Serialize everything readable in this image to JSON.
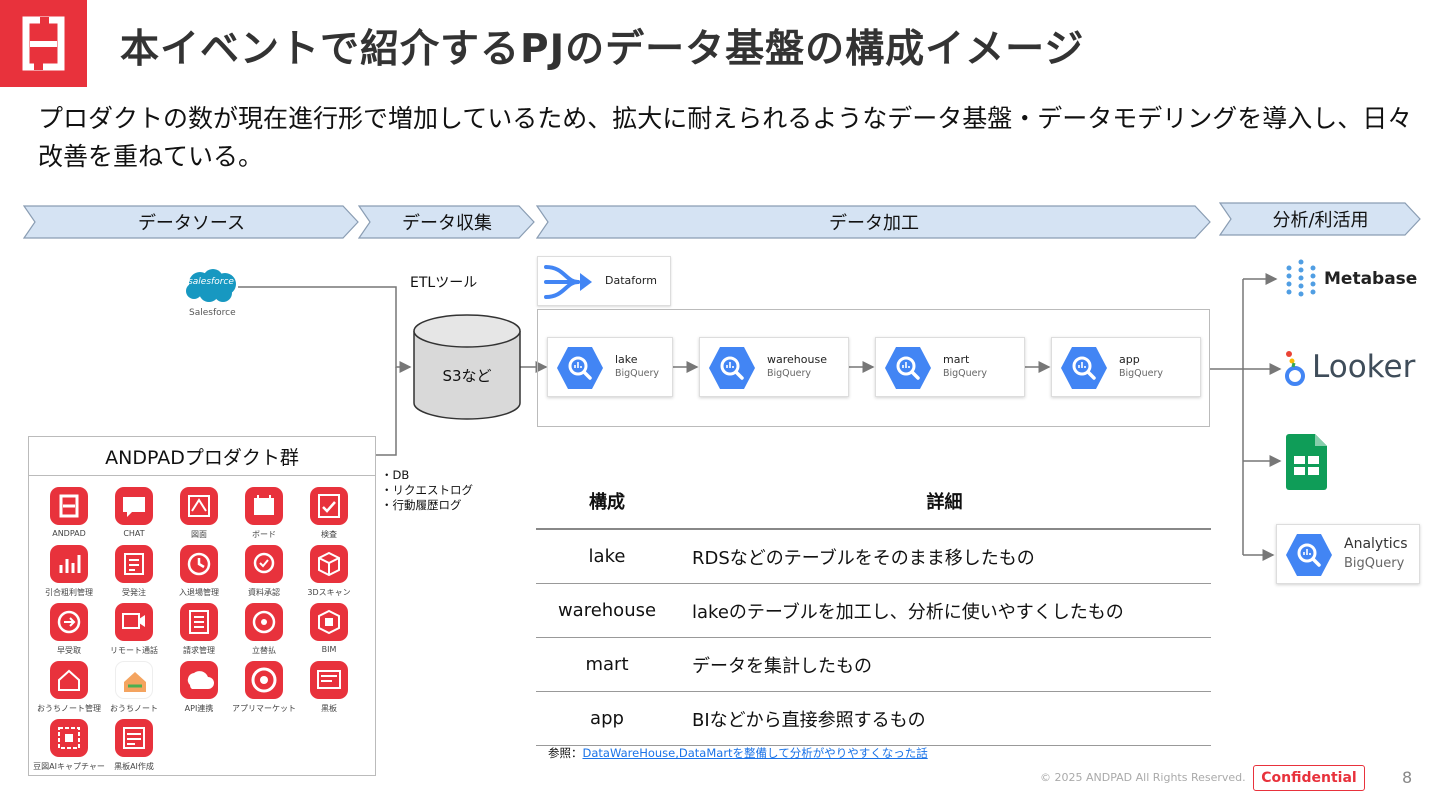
{
  "header": {
    "title": "本イベントで紹介するPJのデータ基盤の構成イメージ",
    "subtitle": "プロダクトの数が現在進行形で増加しているため、拡大に耐えられるようなデータ基盤・データモデリングを導入し、日々改善を重ねている。"
  },
  "stages": [
    "データソース",
    "データ収集",
    "データ加工",
    "分析/利活用"
  ],
  "sources": {
    "salesforce_logo": "salesforce",
    "salesforce_label": "Salesforce",
    "etl_label": "ETLツール",
    "storage_label": "S3など",
    "product_group_title": "ANDPADプロダクト群",
    "source_types": [
      "・DB",
      "・リクエストログ",
      "・行動履歴ログ"
    ]
  },
  "apps": [
    {
      "name": "ANDPAD",
      "icon": "andpad-icon"
    },
    {
      "name": "CHAT",
      "icon": "chat-icon"
    },
    {
      "name": "図面",
      "icon": "drawing-icon"
    },
    {
      "name": "ボード",
      "icon": "board-icon"
    },
    {
      "name": "検査",
      "icon": "inspection-icon"
    },
    {
      "name": "引合粗利管理",
      "icon": "profit-chart-icon"
    },
    {
      "name": "受発注",
      "icon": "order-icon"
    },
    {
      "name": "入退場管理",
      "icon": "entry-clock-icon"
    },
    {
      "name": "資料承認",
      "icon": "approval-icon"
    },
    {
      "name": "3Dスキャン",
      "icon": "scan-3d-icon"
    },
    {
      "name": "早受取",
      "icon": "early-receive-icon"
    },
    {
      "name": "リモート通話",
      "icon": "remote-call-icon"
    },
    {
      "name": "請求管理",
      "icon": "billing-icon"
    },
    {
      "name": "立替払",
      "icon": "advance-pay-icon"
    },
    {
      "name": "BIM",
      "icon": "bim-icon"
    },
    {
      "name": "おうちノート管理",
      "icon": "house-note-admin-icon"
    },
    {
      "name": "おうちノート",
      "icon": "house-note-icon"
    },
    {
      "name": "API連携",
      "icon": "api-icon"
    },
    {
      "name": "アプリマーケット",
      "icon": "app-market-icon"
    },
    {
      "name": "黒板",
      "icon": "blackboard-icon"
    },
    {
      "name": "豆図AIキャプチャー",
      "icon": "ai-capture-icon"
    },
    {
      "name": "黒板AI作成",
      "icon": "ai-blackboard-icon"
    }
  ],
  "processing": {
    "dataform_label": "Dataform",
    "layers": [
      {
        "name": "lake",
        "sub": "BigQuery"
      },
      {
        "name": "warehouse",
        "sub": "BigQuery"
      },
      {
        "name": "mart",
        "sub": "BigQuery"
      },
      {
        "name": "app",
        "sub": "BigQuery"
      }
    ]
  },
  "consumers": {
    "metabase": "Metabase",
    "looker": "Looker",
    "sheets_icon": "google-sheets-icon",
    "analytics_name": "Analytics",
    "analytics_sub": "BigQuery"
  },
  "table": {
    "headers": [
      "構成",
      "詳細"
    ],
    "rows": [
      [
        "lake",
        "RDSなどのテーブルをそのまま移したもの"
      ],
      [
        "warehouse",
        "lakeのテーブルを加工し、分析に使いやすくしたもの"
      ],
      [
        "mart",
        "データを集計したもの"
      ],
      [
        "app",
        "BIなどから直接参照するもの"
      ]
    ]
  },
  "reference": {
    "prefix": "参照：",
    "link_text": "DataWareHouse,DataMartを整備して分析がやりやすくなった話"
  },
  "footer": {
    "copyright": "© 2025 ANDPAD All Rights Reserved.",
    "confidential": "Confidential",
    "page": "8"
  },
  "colors": {
    "brand_red": "#e8323c",
    "stage_fill": "#d5e3f3",
    "bigquery_blue": "#4285f4",
    "link_blue": "#1a73e8"
  }
}
